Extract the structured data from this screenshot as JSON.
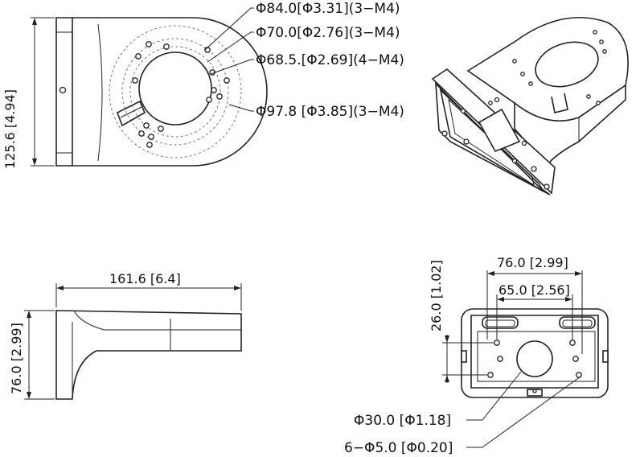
{
  "top_view": {
    "height_label": "125.6 [4.94]",
    "callouts": [
      "Φ84.0[Φ3.31](3−M4)",
      "Φ70.0[Φ2.76](3−M4)",
      "Φ68.5.[Φ2.69](4−M4)",
      "Φ97.8 [Φ3.85](3−M4)"
    ]
  },
  "side_view": {
    "length_label": "161.6 [6.4]",
    "height_label": "76.0 [2.99]"
  },
  "back_view": {
    "outer_width_label": "76.0 [2.99]",
    "inner_width_label": "65.0 [2.56]",
    "height_label": "26.0 [1.02]",
    "center_hole_label": "Φ30.0 [Φ1.18]",
    "holes_label": "6−Φ5.0 [Φ0.20]"
  }
}
